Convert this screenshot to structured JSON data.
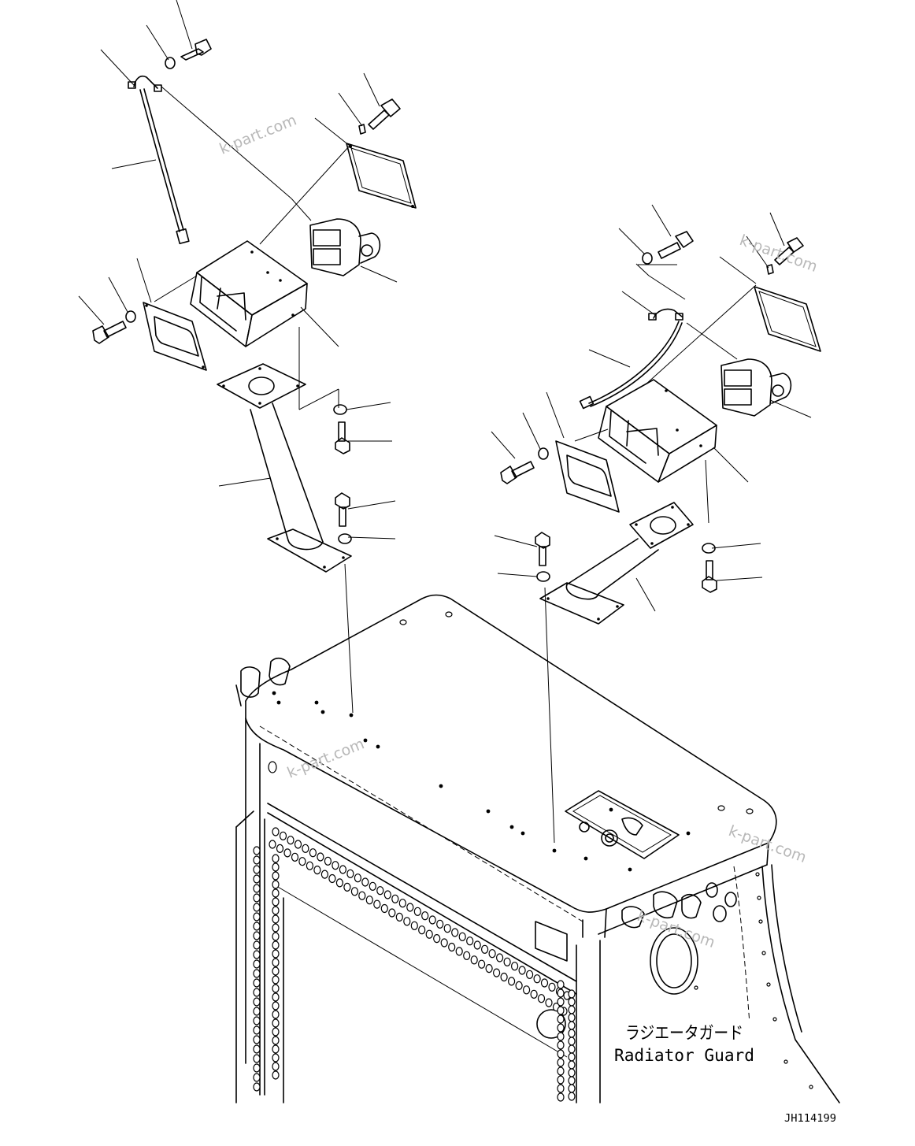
{
  "labels": {
    "guard_jp": "ラジエータガード",
    "guard_en": "Radiator Guard",
    "drawing_no": "JH114199"
  },
  "watermark": "k-part.com"
}
